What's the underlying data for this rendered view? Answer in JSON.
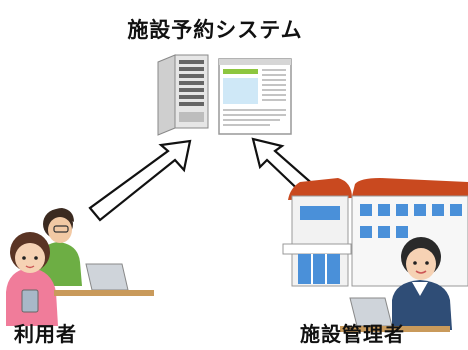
{
  "diagram": {
    "title": "施設予約システム",
    "user_label": "利用者",
    "admin_label": "施設管理者"
  },
  "icons": {
    "server": "server-tower-icon",
    "browser": "web-page-icon",
    "user": "user-at-laptop-illustration",
    "admin": "admin-at-laptop-illustration",
    "building": "facility-building-illustration",
    "arrow": "up-arrow-icon"
  },
  "colors": {
    "arrow_stroke": "#111111",
    "roof": "#c9491f",
    "window_blue": "#4a90d9",
    "browser_header": "#8dc63f",
    "browser_body": "#cfe8f7"
  }
}
